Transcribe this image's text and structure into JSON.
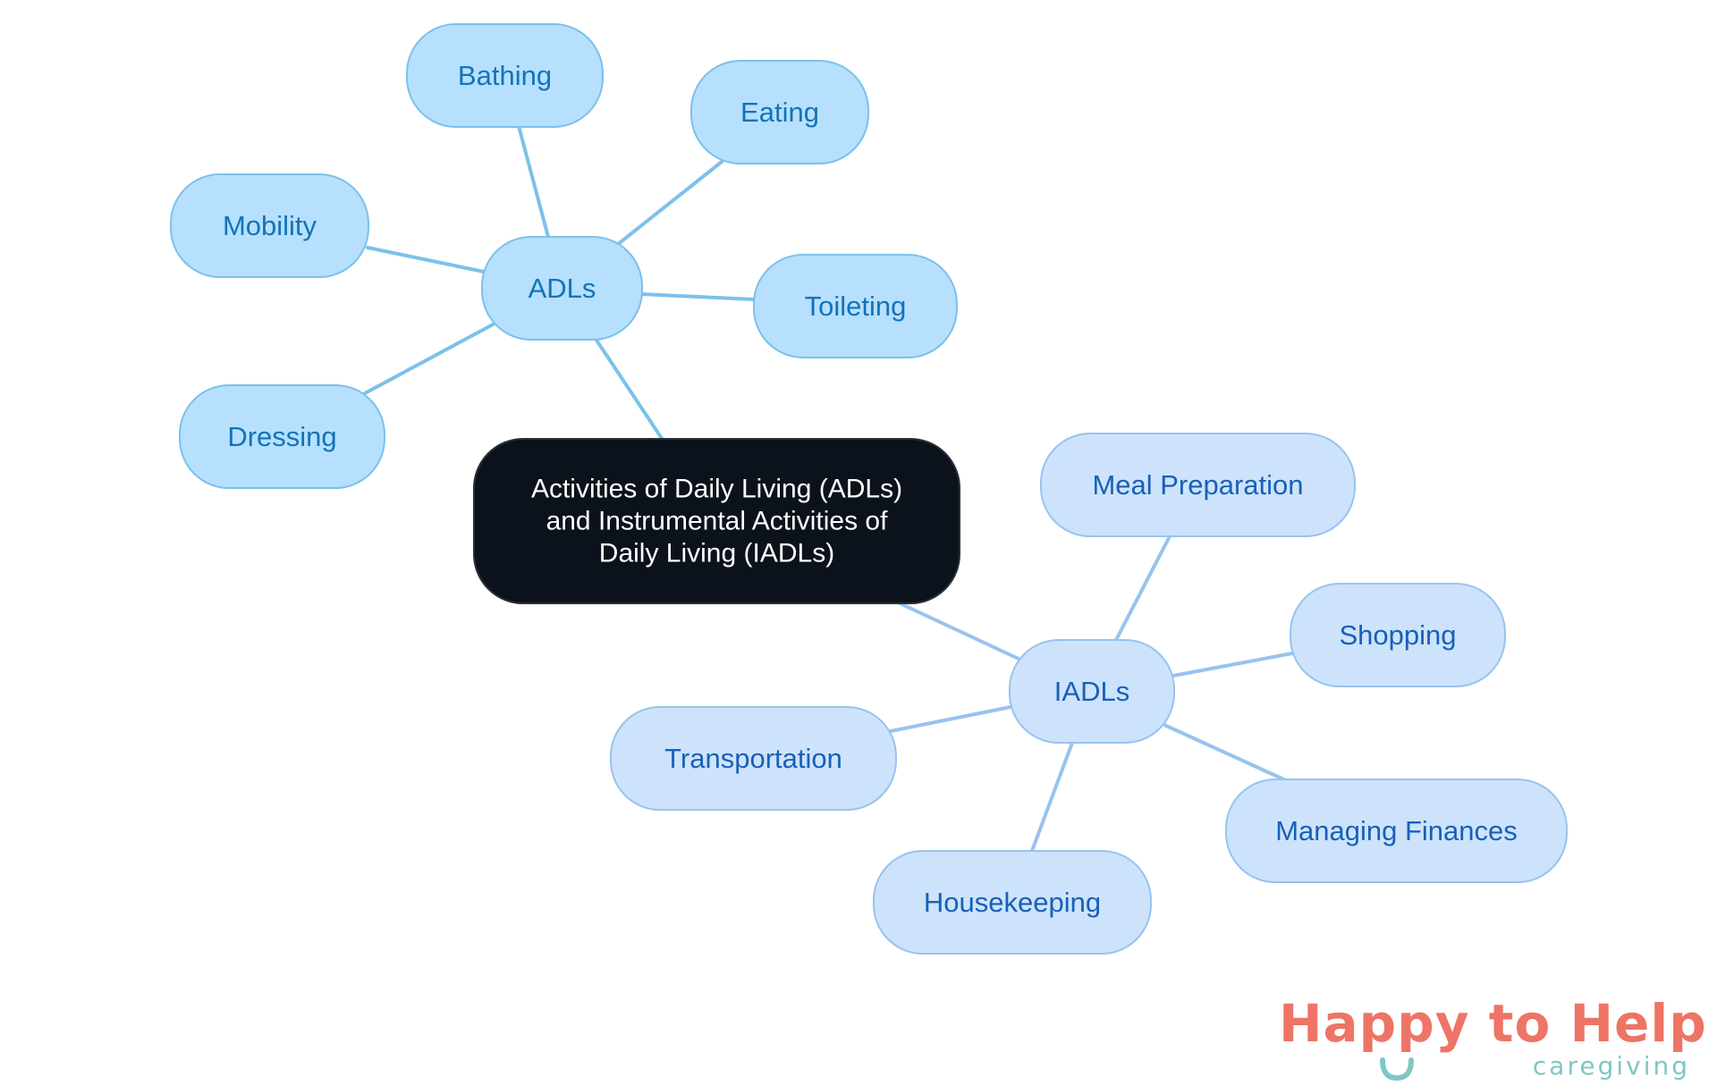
{
  "diagram": {
    "center": {
      "lines": [
        "Activities of Daily Living (ADLs)",
        "and Instrumental Activities of",
        "Daily Living (IADLs)"
      ]
    },
    "branches": [
      {
        "label": "ADLs",
        "children": [
          "Bathing",
          "Eating",
          "Mobility",
          "Toileting",
          "Dressing"
        ]
      },
      {
        "label": "IADLs",
        "children": [
          "Meal Preparation",
          "Shopping",
          "Transportation",
          "Managing Finances",
          "Housekeeping"
        ]
      }
    ]
  },
  "logo": {
    "title": "Happy to Help",
    "subtitle": "caregiving"
  },
  "colors": {
    "center_fill": "#0c121b",
    "center_text": "#ffffff",
    "adl_fill": "#b6e0fe",
    "adl_stroke": "#7cc1ea",
    "adl_text": "#1473b8",
    "adl_edge": "#7cc1ea",
    "iadl_fill": "#cde3fb",
    "iadl_stroke": "#98c3ee",
    "iadl_text": "#1860b8",
    "iadl_edge": "#98c3ee",
    "logo_coral": "#ee7466",
    "logo_teal": "#7ec7c6"
  }
}
